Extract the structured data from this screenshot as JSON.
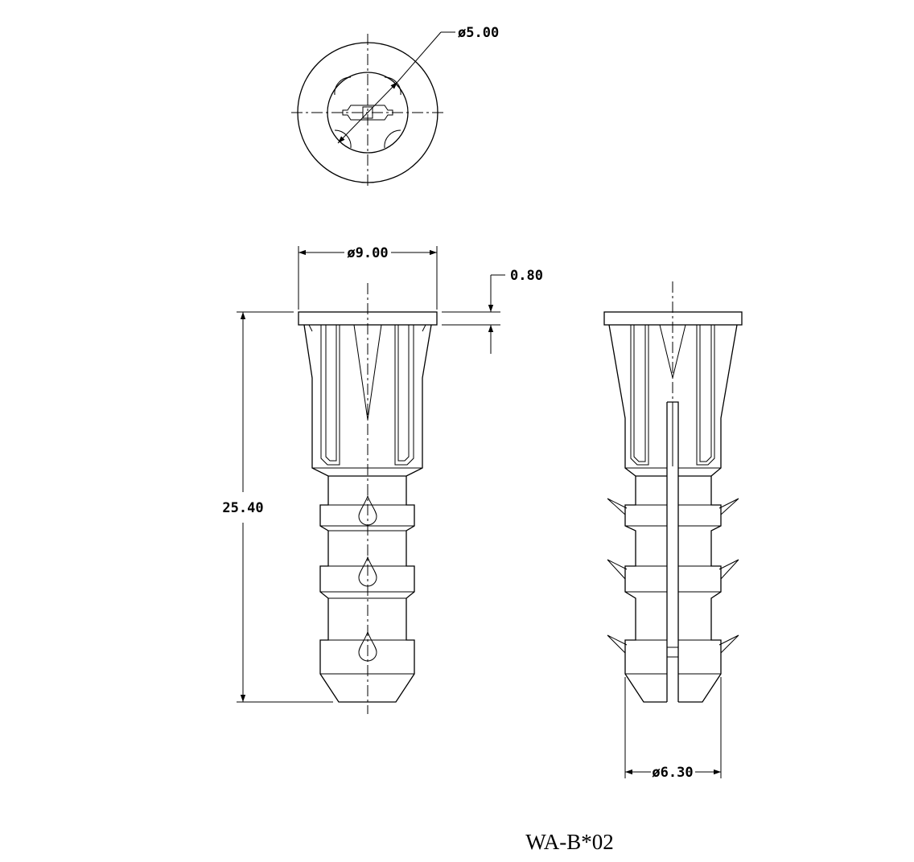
{
  "dimensions": {
    "inner_diameter": "ø5.00",
    "head_diameter": "ø9.00",
    "head_thickness": "0.80",
    "overall_length": "25.40",
    "body_diameter": "ø6.30"
  },
  "part_number": "WA-B*02"
}
